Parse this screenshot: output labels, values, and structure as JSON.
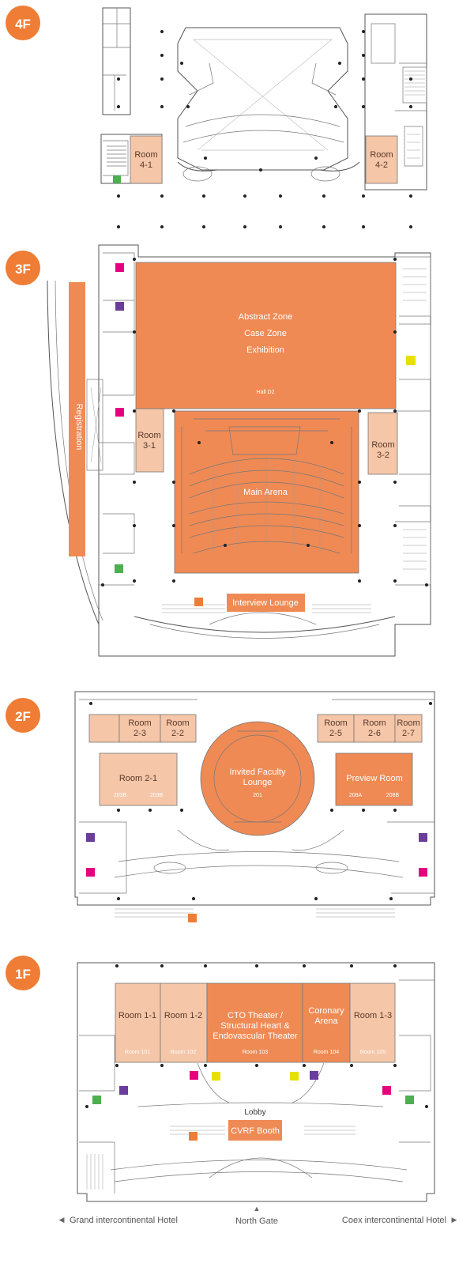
{
  "floors": {
    "f4": {
      "badge": "4F",
      "rooms": {
        "r41": [
          "Room",
          "4-1"
        ],
        "r42": [
          "Room",
          "4-2"
        ]
      }
    },
    "f3": {
      "badge": "3F",
      "registration": "Registration",
      "hall": [
        "Abstract Zone",
        "Case Zone",
        "Exhibition"
      ],
      "hall_code": "Hall D2",
      "rooms": {
        "r31": [
          "Room",
          "3-1"
        ],
        "r32": [
          "Room",
          "3-2"
        ]
      },
      "main_arena": "Main Arena",
      "interview_lounge": "Interview Lounge"
    },
    "f2": {
      "badge": "2F",
      "rooms": {
        "r23": [
          "Room",
          "2-3"
        ],
        "r22": [
          "Room",
          "2-2"
        ],
        "r25": [
          "Room",
          "2-5"
        ],
        "r26": [
          "Room",
          "2-6"
        ],
        "r27": [
          "Room",
          "2-7"
        ]
      },
      "room21": "Room 2-1",
      "room21_codes": [
        "203B",
        "203B"
      ],
      "faculty": [
        "Invited Faculty",
        "Lounge"
      ],
      "faculty_code": "201",
      "preview": "Preview Room",
      "preview_codes": [
        "208A",
        "208B"
      ]
    },
    "f1": {
      "badge": "1F",
      "rooms": {
        "r11": {
          "name": "Room 1-1",
          "code": "Room 101"
        },
        "r12": {
          "name": "Room 1-2",
          "code": "Room 102"
        },
        "cto": {
          "name": [
            "CTO Theater /",
            "Structural Heart &",
            "Endovascular Theater"
          ],
          "code": "Room 103"
        },
        "coronary": {
          "name": [
            "Coronary",
            "Arena"
          ],
          "code": "Room 104"
        },
        "r13": {
          "name": "Room 1-3",
          "code": "Room 105"
        }
      },
      "lobby": "Lobby",
      "booth": "CVRF Booth"
    }
  },
  "footer": {
    "left": "Grand intercontinental Hotel",
    "center": "North Gate",
    "right": "Coex intercontinental Hotel",
    "left_arrow": "◀",
    "center_arrow": "▲",
    "right_arrow": "▶"
  },
  "colors": {
    "badge": "#ef7d35",
    "orange": "#ef8a55",
    "light": "#f5c6a8",
    "restroom": "#e6007e",
    "nursing": "#6a3d9a",
    "elevator": "#4caf50",
    "info": "#e8e000",
    "escalator": "#ef7d35"
  },
  "icons": [
    "restroom-icon",
    "nursing-room-icon",
    "elevator-icon",
    "info-icon",
    "escalator-icon"
  ]
}
